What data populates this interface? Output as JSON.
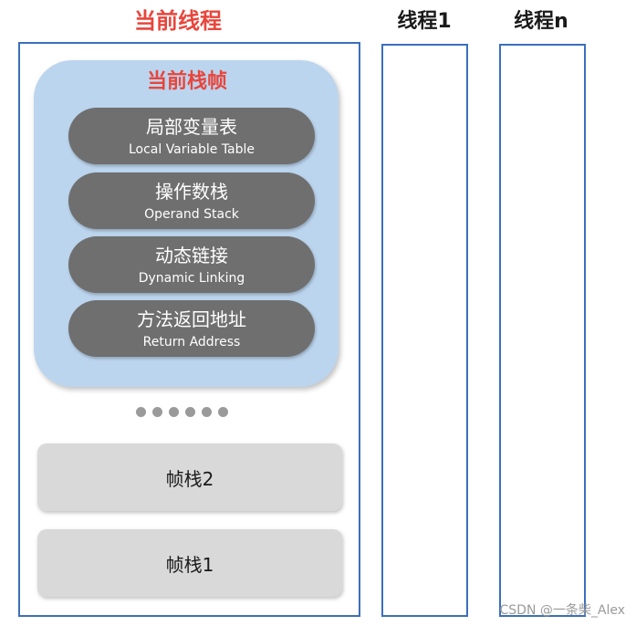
{
  "headers": {
    "current_thread": "当前线程",
    "thread_1": "线程1",
    "thread_n": "线程n"
  },
  "current_frame": {
    "title": "当前栈帧",
    "items": [
      {
        "zh": "局部变量表",
        "en": "Local Variable Table"
      },
      {
        "zh": "操作数栈",
        "en": "Operand Stack"
      },
      {
        "zh": "动态链接",
        "en": "Dynamic Linking"
      },
      {
        "zh": "方法返回地址",
        "en": "Return Address"
      }
    ]
  },
  "ellipsis_dots": 6,
  "frames": [
    {
      "label": "帧栈2"
    },
    {
      "label": "帧栈1"
    }
  ],
  "watermark": "CSDN @一条柴_Alex",
  "colors": {
    "accent_red": "#e8463c",
    "border_blue": "#3c6fbd",
    "panel_blue": "#bcd5ee",
    "pill_gray": "#6f6f6f",
    "frame_gray": "#d9d9d9"
  }
}
